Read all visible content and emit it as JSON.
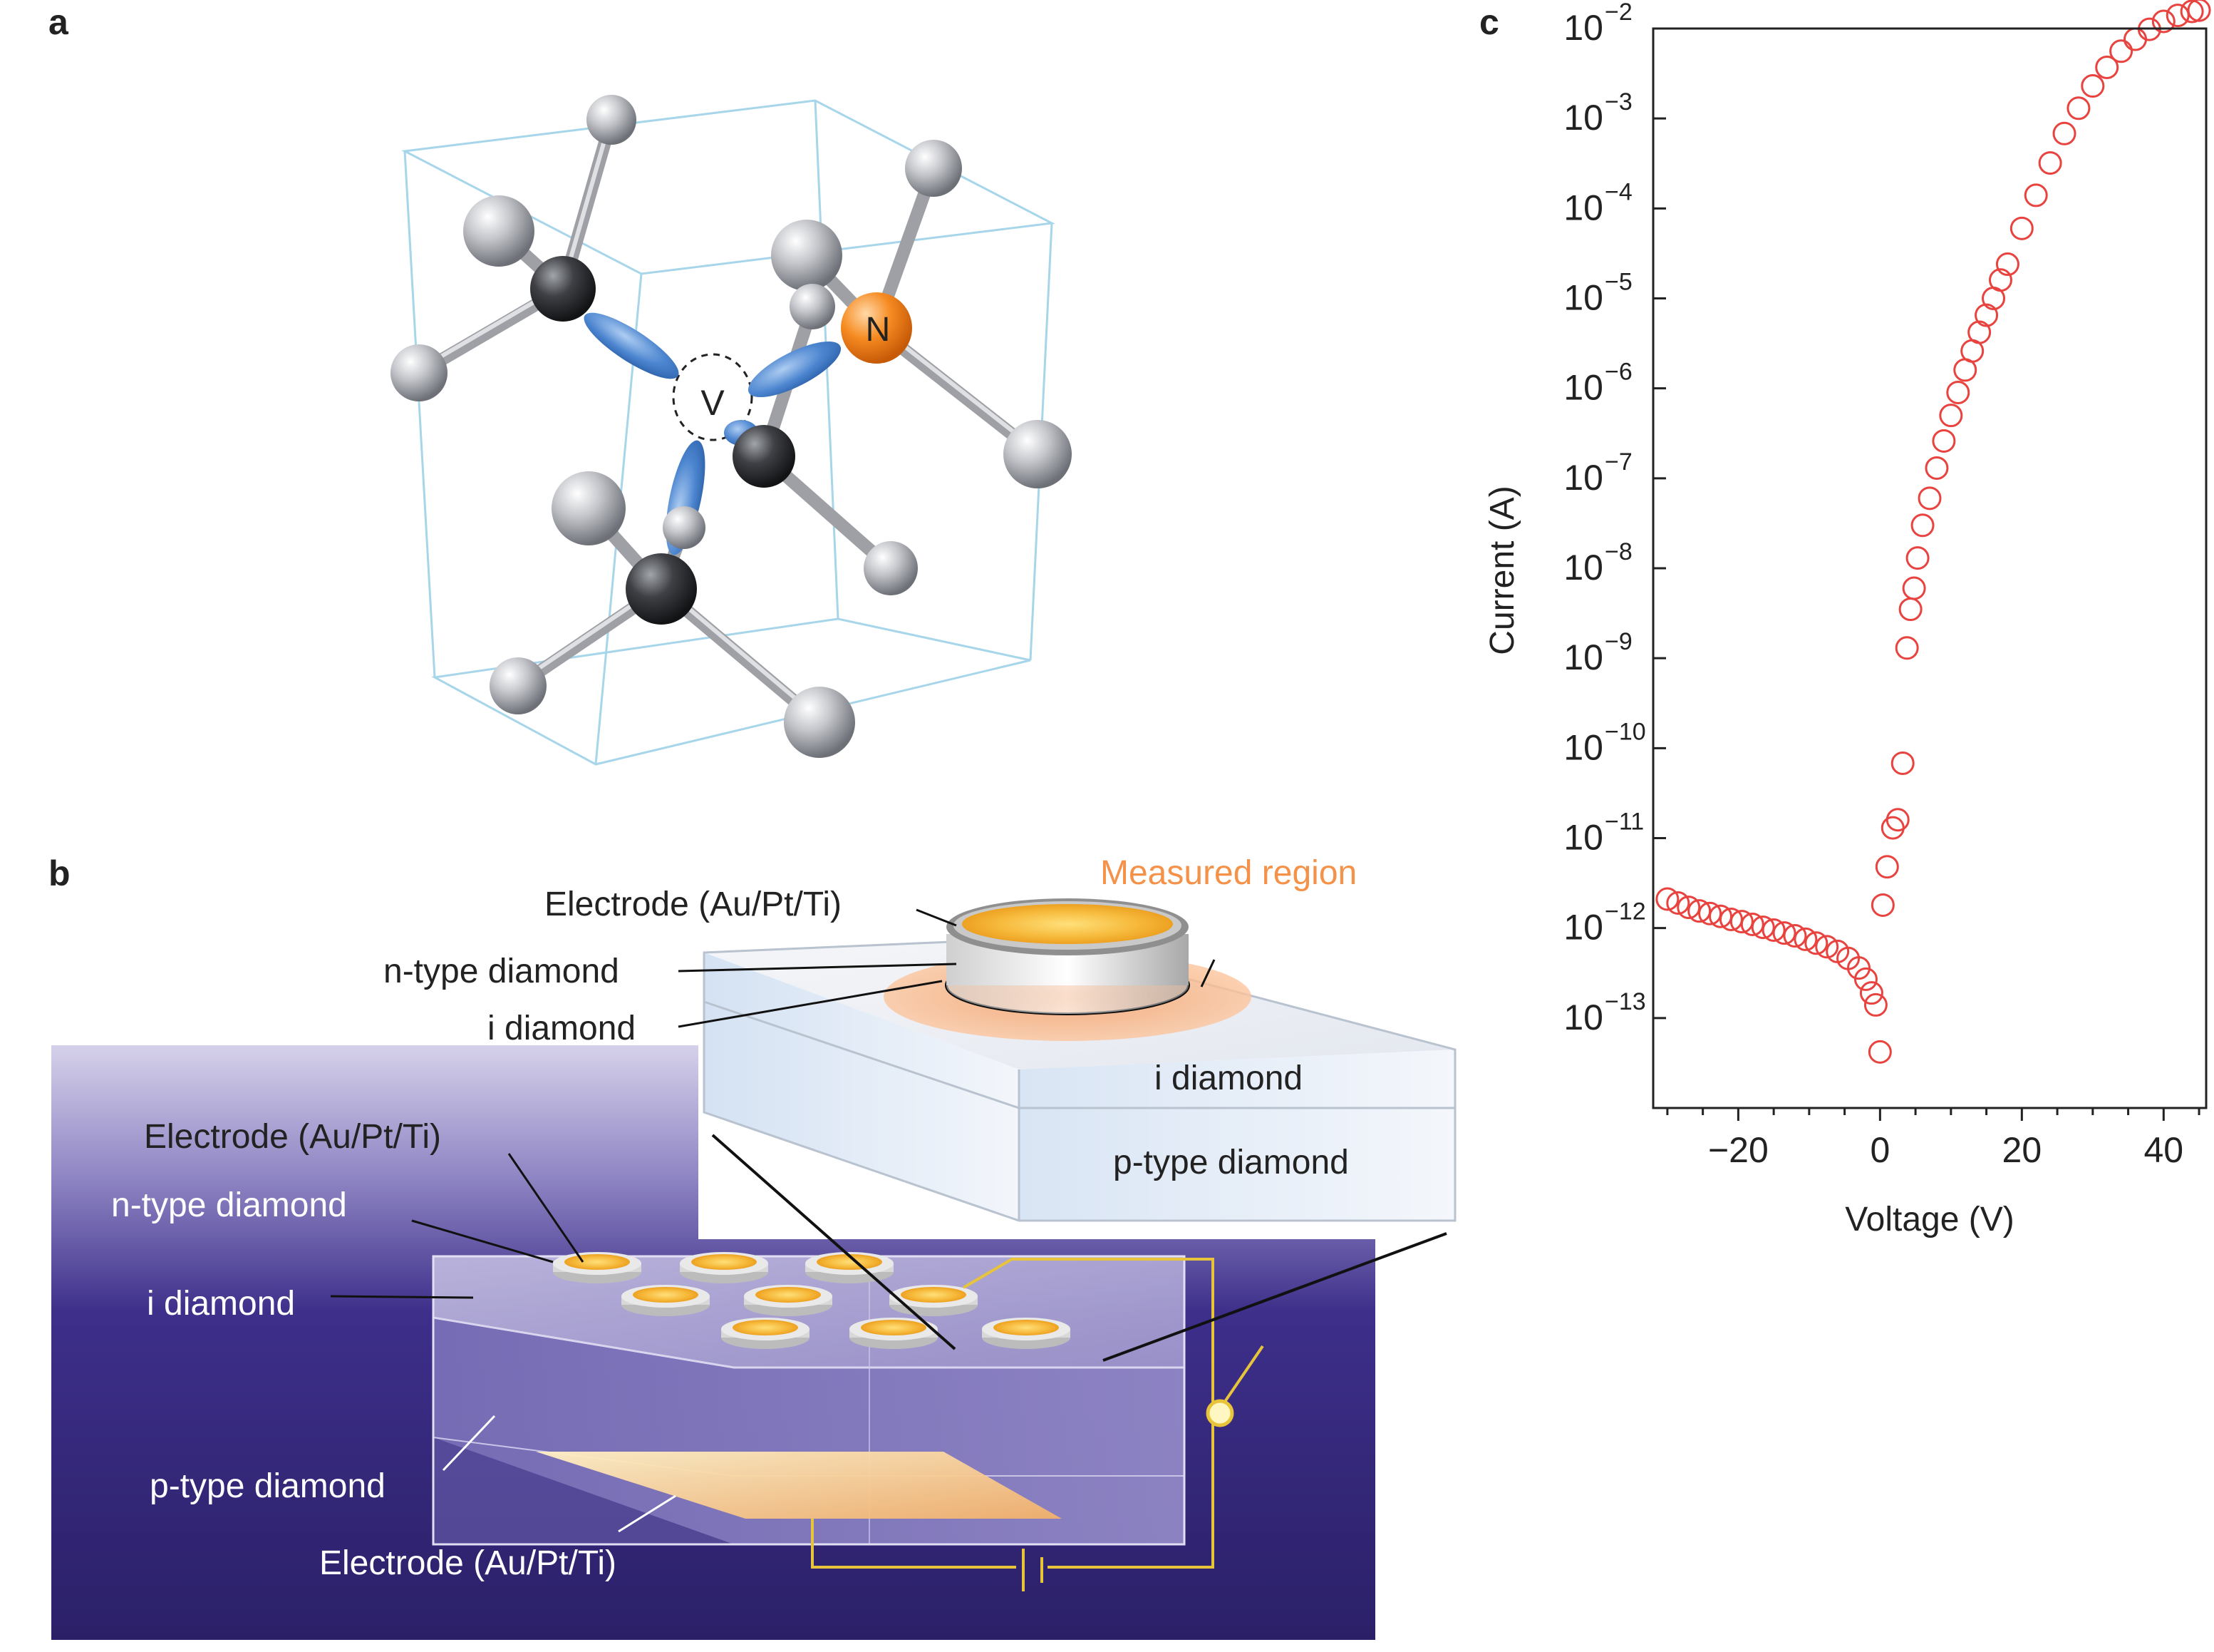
{
  "figure": {
    "panel_labels": {
      "a": "a",
      "b": "b",
      "c": "c"
    }
  },
  "panel_a": {
    "vacancy_label": "V",
    "nitrogen_label": "N"
  },
  "panel_b": {
    "inset": {
      "measured_region": "Measured region",
      "electrode": "Electrode (Au/Pt/Ti)",
      "n_type": "n-type diamond",
      "i_diamond_left": "i diamond",
      "i_diamond_block": "i diamond",
      "p_type_block": "p-type diamond"
    },
    "device": {
      "electrode_top": "Electrode (Au/Pt/Ti)",
      "n_type": "n-type diamond",
      "i_diamond": "i diamond",
      "p_type": "p-type diamond",
      "electrode_bottom": "Electrode (Au/Pt/Ti)"
    },
    "colors": {
      "electrode": "#f5a623",
      "background_dark": "#2b2068",
      "measured_region": "#f7a66b",
      "wire": "#e8c43a"
    }
  },
  "chart_data": {
    "type": "scatter",
    "xlabel": "Voltage (V)",
    "ylabel": "Current (A)",
    "xlim": [
      -32,
      46
    ],
    "ylim": [
      1e-14,
      0.01
    ],
    "yscale": "log",
    "xticks": [
      -20,
      0,
      20,
      40
    ],
    "xtick_labels": [
      "−20",
      "0",
      "20",
      "40"
    ],
    "yticks": [
      -13,
      -12,
      -11,
      -10,
      -9,
      -8,
      -7,
      -6,
      -5,
      -4,
      -3,
      -2
    ],
    "ytick_mantissa": "10",
    "ytick_exponents": [
      "−13",
      "−12",
      "−11",
      "−10",
      "−9",
      "−8",
      "−7",
      "−6",
      "−5",
      "−4",
      "−3",
      "−2"
    ],
    "marker": "open-circle",
    "color": "#e8433f",
    "series": [
      {
        "x": [
          -30,
          -28.5,
          -27,
          -25.5,
          -24,
          -22.5,
          -21,
          -19.5,
          -18,
          -16.5,
          -15,
          -13.5,
          -12,
          -10.5,
          -9,
          -7.5,
          -6,
          -4.5,
          -3,
          -2,
          -1.2,
          -0.6,
          0,
          0.4,
          1,
          1.8,
          2.5,
          3.2,
          3.8,
          4.3,
          4.8,
          5.3,
          6,
          7,
          8,
          9,
          10,
          11,
          12,
          13,
          14,
          15,
          16,
          17,
          18,
          20,
          22,
          24,
          26,
          28,
          30,
          32,
          34,
          36,
          38,
          40,
          42,
          44,
          45
        ],
        "y": [
          2.1e-12,
          1.9e-12,
          1.7e-12,
          1.55e-12,
          1.45e-12,
          1.35e-12,
          1.25e-12,
          1.18e-12,
          1.1e-12,
          1.02e-12,
          9.5e-13,
          8.8e-13,
          8.2e-13,
          7.5e-13,
          6.8e-13,
          6.2e-13,
          5.5e-13,
          4.6e-13,
          3.6e-13,
          2.7e-13,
          1.9e-13,
          1.4e-13,
          4.2e-14,
          1.8e-12,
          4.8e-12,
          1.3e-11,
          1.6e-11,
          6.8e-11,
          1.3e-09,
          3.5e-09,
          6e-09,
          1.3e-08,
          3e-08,
          6e-08,
          1.3e-07,
          2.6e-07,
          5e-07,
          9e-07,
          1.6e-06,
          2.6e-06,
          4.2e-06,
          6.5e-06,
          1e-05,
          1.6e-05,
          2.4e-05,
          6e-05,
          0.00014,
          0.00032,
          0.00068,
          0.0013,
          0.0023,
          0.0037,
          0.0056,
          0.0076,
          0.0098,
          0.012,
          0.014,
          0.0155,
          0.016
        ]
      }
    ]
  }
}
